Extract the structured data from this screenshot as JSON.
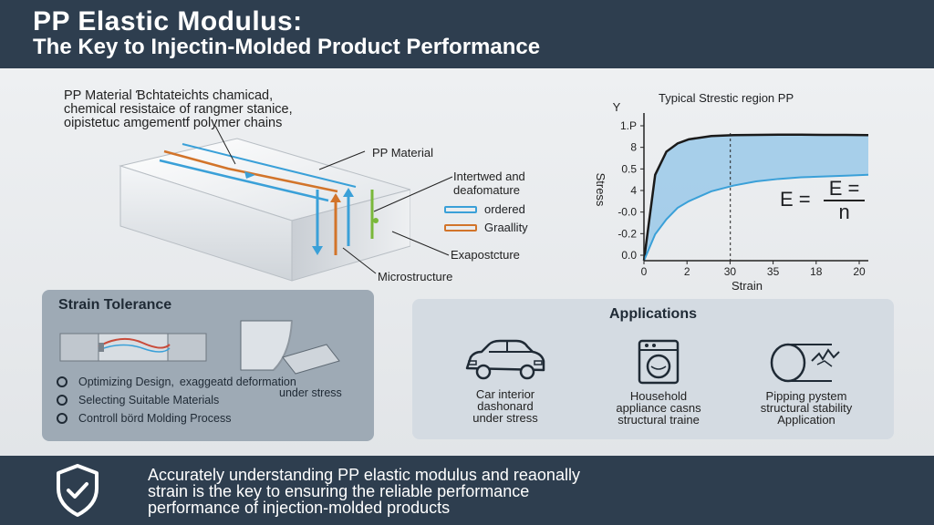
{
  "header": {
    "title": "PP Elastic Modulus:",
    "subtitle": "The Key to Injectin-Molded Product Performance"
  },
  "description": {
    "line1": "PP Material Ɓchtateichts chamicad,",
    "line2": "chemical resistaice of rangmer stanice,",
    "line3": "oipistetuc amgementf polymer chains"
  },
  "diagram": {
    "label_material": "PP Material",
    "label_intertwined": "Intertwed and",
    "label_deformature": "deafomature",
    "legend": [
      {
        "label": "ordered",
        "color": "#3aa0d8"
      },
      {
        "label": "Graallity",
        "color": "#d2742a"
      }
    ],
    "label_exapostructure": "Exapostcture",
    "label_microstructure": "Microstructure"
  },
  "chart_data": {
    "type": "line",
    "title": "Typical Strestic region PP",
    "xlabel": "Strain",
    "ylabel": "Stress",
    "y_axis_symbol": "Y",
    "x_tick_labels": [
      "0",
      "2",
      "30",
      "35",
      "18",
      "20"
    ],
    "y_tick_labels": [
      "1.P",
      "8",
      "0.5",
      "4",
      "-0.0",
      "-0.2",
      "0.0"
    ],
    "series": [
      {
        "x": [
          0,
          1,
          2,
          3,
          4,
          6,
          8,
          10,
          12,
          14,
          16,
          18,
          20
        ],
        "y": [
          0,
          5.2,
          6.6,
          7.1,
          7.35,
          7.55,
          7.6,
          7.62,
          7.63,
          7.63,
          7.62,
          7.62,
          7.6
        ]
      },
      {
        "x": [
          0,
          1,
          2,
          3,
          4,
          6,
          8,
          10,
          12,
          14,
          16,
          18,
          20
        ],
        "y": [
          0,
          1.6,
          2.5,
          3.2,
          3.6,
          4.2,
          4.55,
          4.8,
          4.95,
          5.05,
          5.1,
          5.15,
          5.2
        ]
      }
    ],
    "fill_between": true,
    "dashed_marker_x_label": "30"
  },
  "formula": {
    "lhs": "E =",
    "numerator": "E =",
    "denominator": "n"
  },
  "strain_panel": {
    "title": "Strain Tolerance",
    "items": [
      {
        "label": "Optimizing Design,",
        "extra": "exaggeatd deformation",
        "sub": "under stress"
      },
      {
        "label": "Selecting Suitable Materials"
      },
      {
        "label": "Controll börd Molding Process"
      }
    ]
  },
  "applications": {
    "title": "Applications",
    "items": [
      {
        "icon": "car-icon",
        "lines": [
          "Car interior",
          "dashonard",
          "under stress"
        ]
      },
      {
        "icon": "washing-machine-icon",
        "lines": [
          "Household",
          "appliance casns",
          "structural traine"
        ]
      },
      {
        "icon": "pipe-icon",
        "lines": [
          "Pipping pystem",
          "structural stability",
          "Application"
        ]
      }
    ]
  },
  "footer": {
    "line1": "Accurately understanding PP elastic modulus and reaonally",
    "line2": "strain is the key to ensuring the reliable performance",
    "line3": "performance of injection-molded products"
  }
}
